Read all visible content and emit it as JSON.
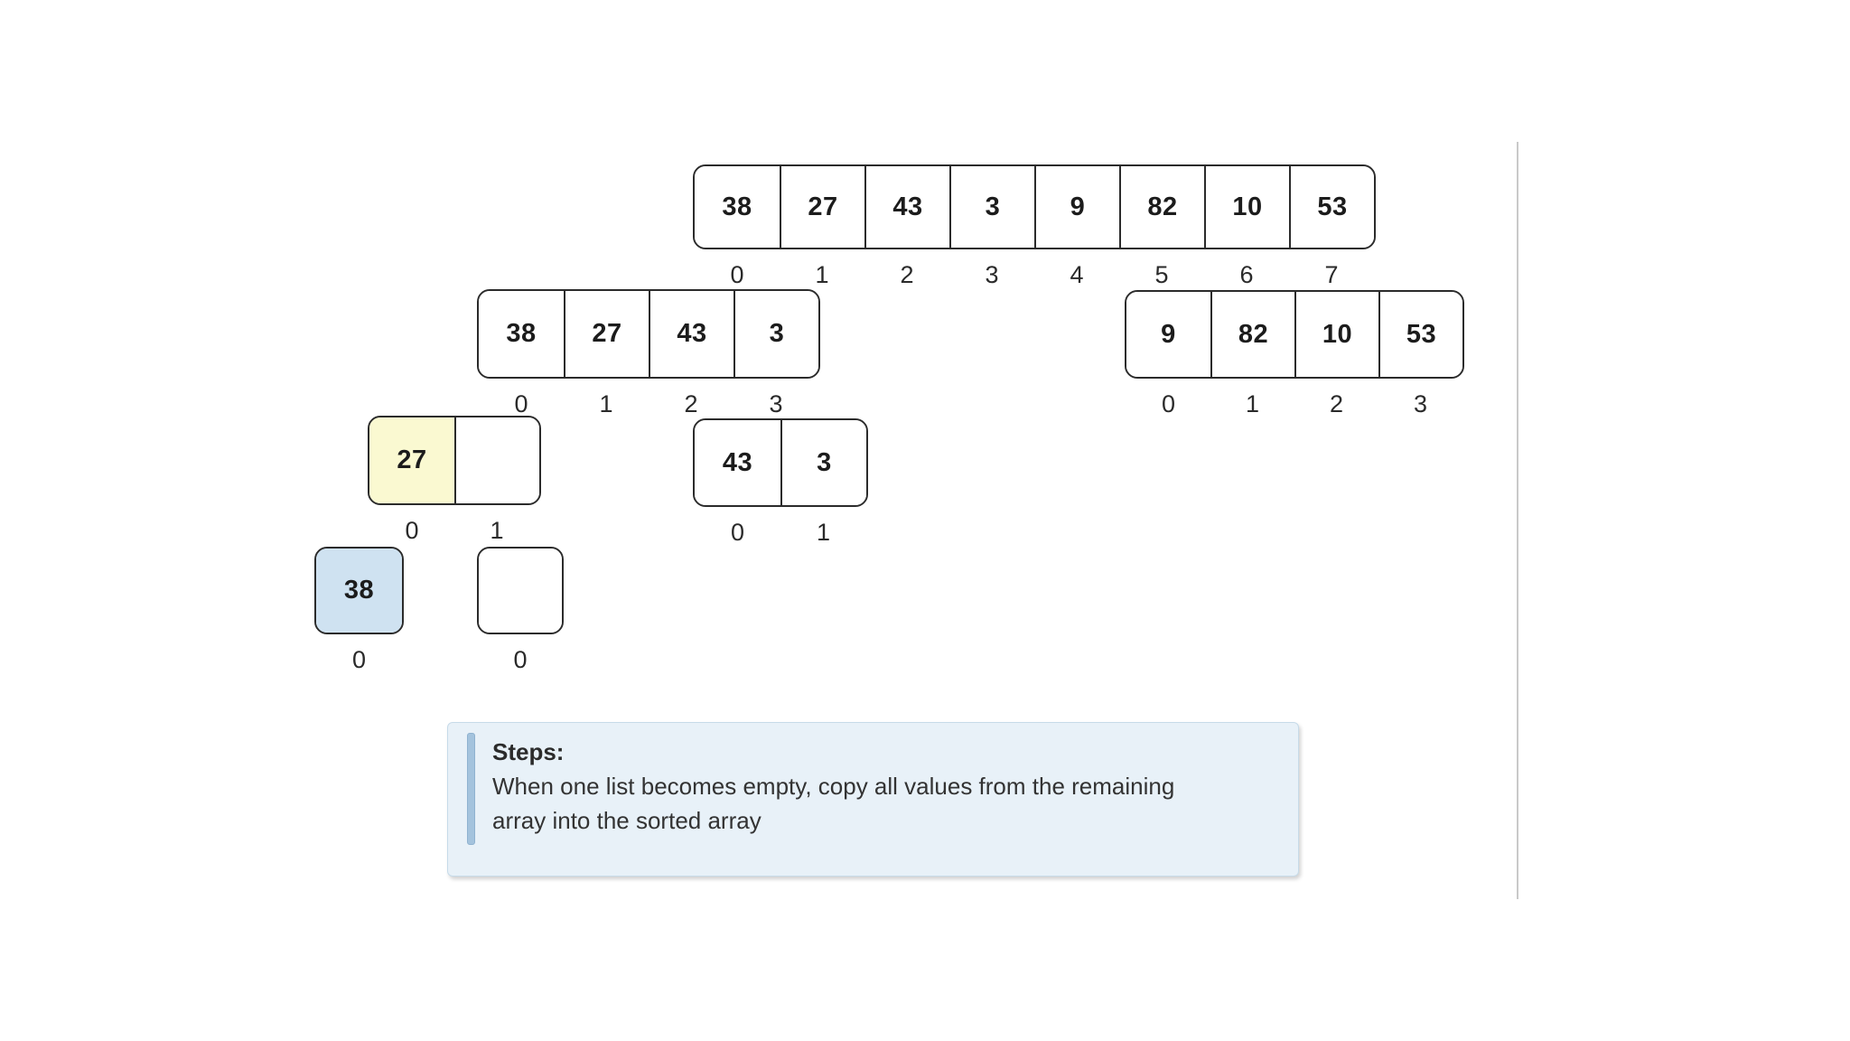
{
  "page": {
    "background": "#ffffff"
  },
  "colors": {
    "cell_border": "#2b2b2b",
    "cell_background": "#ffffff",
    "highlight_yellow": "#faf9d1",
    "highlight_blue": "#cfe2f1",
    "value_text": "#1c1c1c",
    "index_text": "#2a2a2a",
    "steps_background": "#e8f1f8",
    "steps_border": "#c7dbe9",
    "steps_accent": "#a4c3dd",
    "steps_text": "#333333",
    "divider_line": "#c9c9c9"
  },
  "diagram": {
    "kind": "merge-sort-visualization"
  },
  "arrays": [
    {
      "id": "top",
      "cells": [
        {
          "v": "38"
        },
        {
          "v": "27"
        },
        {
          "v": "43"
        },
        {
          "v": "3"
        },
        {
          "v": "9"
        },
        {
          "v": "82"
        },
        {
          "v": "10"
        },
        {
          "v": "53"
        }
      ],
      "indices": [
        "0",
        "1",
        "2",
        "3",
        "4",
        "5",
        "6",
        "7"
      ]
    },
    {
      "id": "level2_left",
      "cells": [
        {
          "v": "38"
        },
        {
          "v": "27"
        },
        {
          "v": "43"
        },
        {
          "v": "3"
        }
      ],
      "indices": [
        "0",
        "1",
        "2",
        "3"
      ]
    },
    {
      "id": "level2_right",
      "cells": [
        {
          "v": "9"
        },
        {
          "v": "82"
        },
        {
          "v": "10"
        },
        {
          "v": "53"
        }
      ],
      "indices": [
        "0",
        "1",
        "2",
        "3"
      ]
    },
    {
      "id": "level3_left",
      "cells": [
        {
          "v": "27",
          "highlight": "yellow"
        },
        {
          "v": ""
        }
      ],
      "indices": [
        "0",
        "1"
      ]
    },
    {
      "id": "level3_right",
      "cells": [
        {
          "v": "43"
        },
        {
          "v": "3"
        }
      ],
      "indices": [
        "0",
        "1"
      ]
    },
    {
      "id": "level4_left",
      "cells": [
        {
          "v": "38",
          "highlight": "blue"
        }
      ],
      "indices": [
        "0"
      ]
    },
    {
      "id": "level4_right",
      "cells": [
        {
          "v": ""
        }
      ],
      "indices": [
        "0"
      ]
    }
  ],
  "steps": {
    "title": "Steps:",
    "lines": [
      "When one list becomes empty, copy all values from the remaining",
      "array into the sorted array"
    ]
  }
}
